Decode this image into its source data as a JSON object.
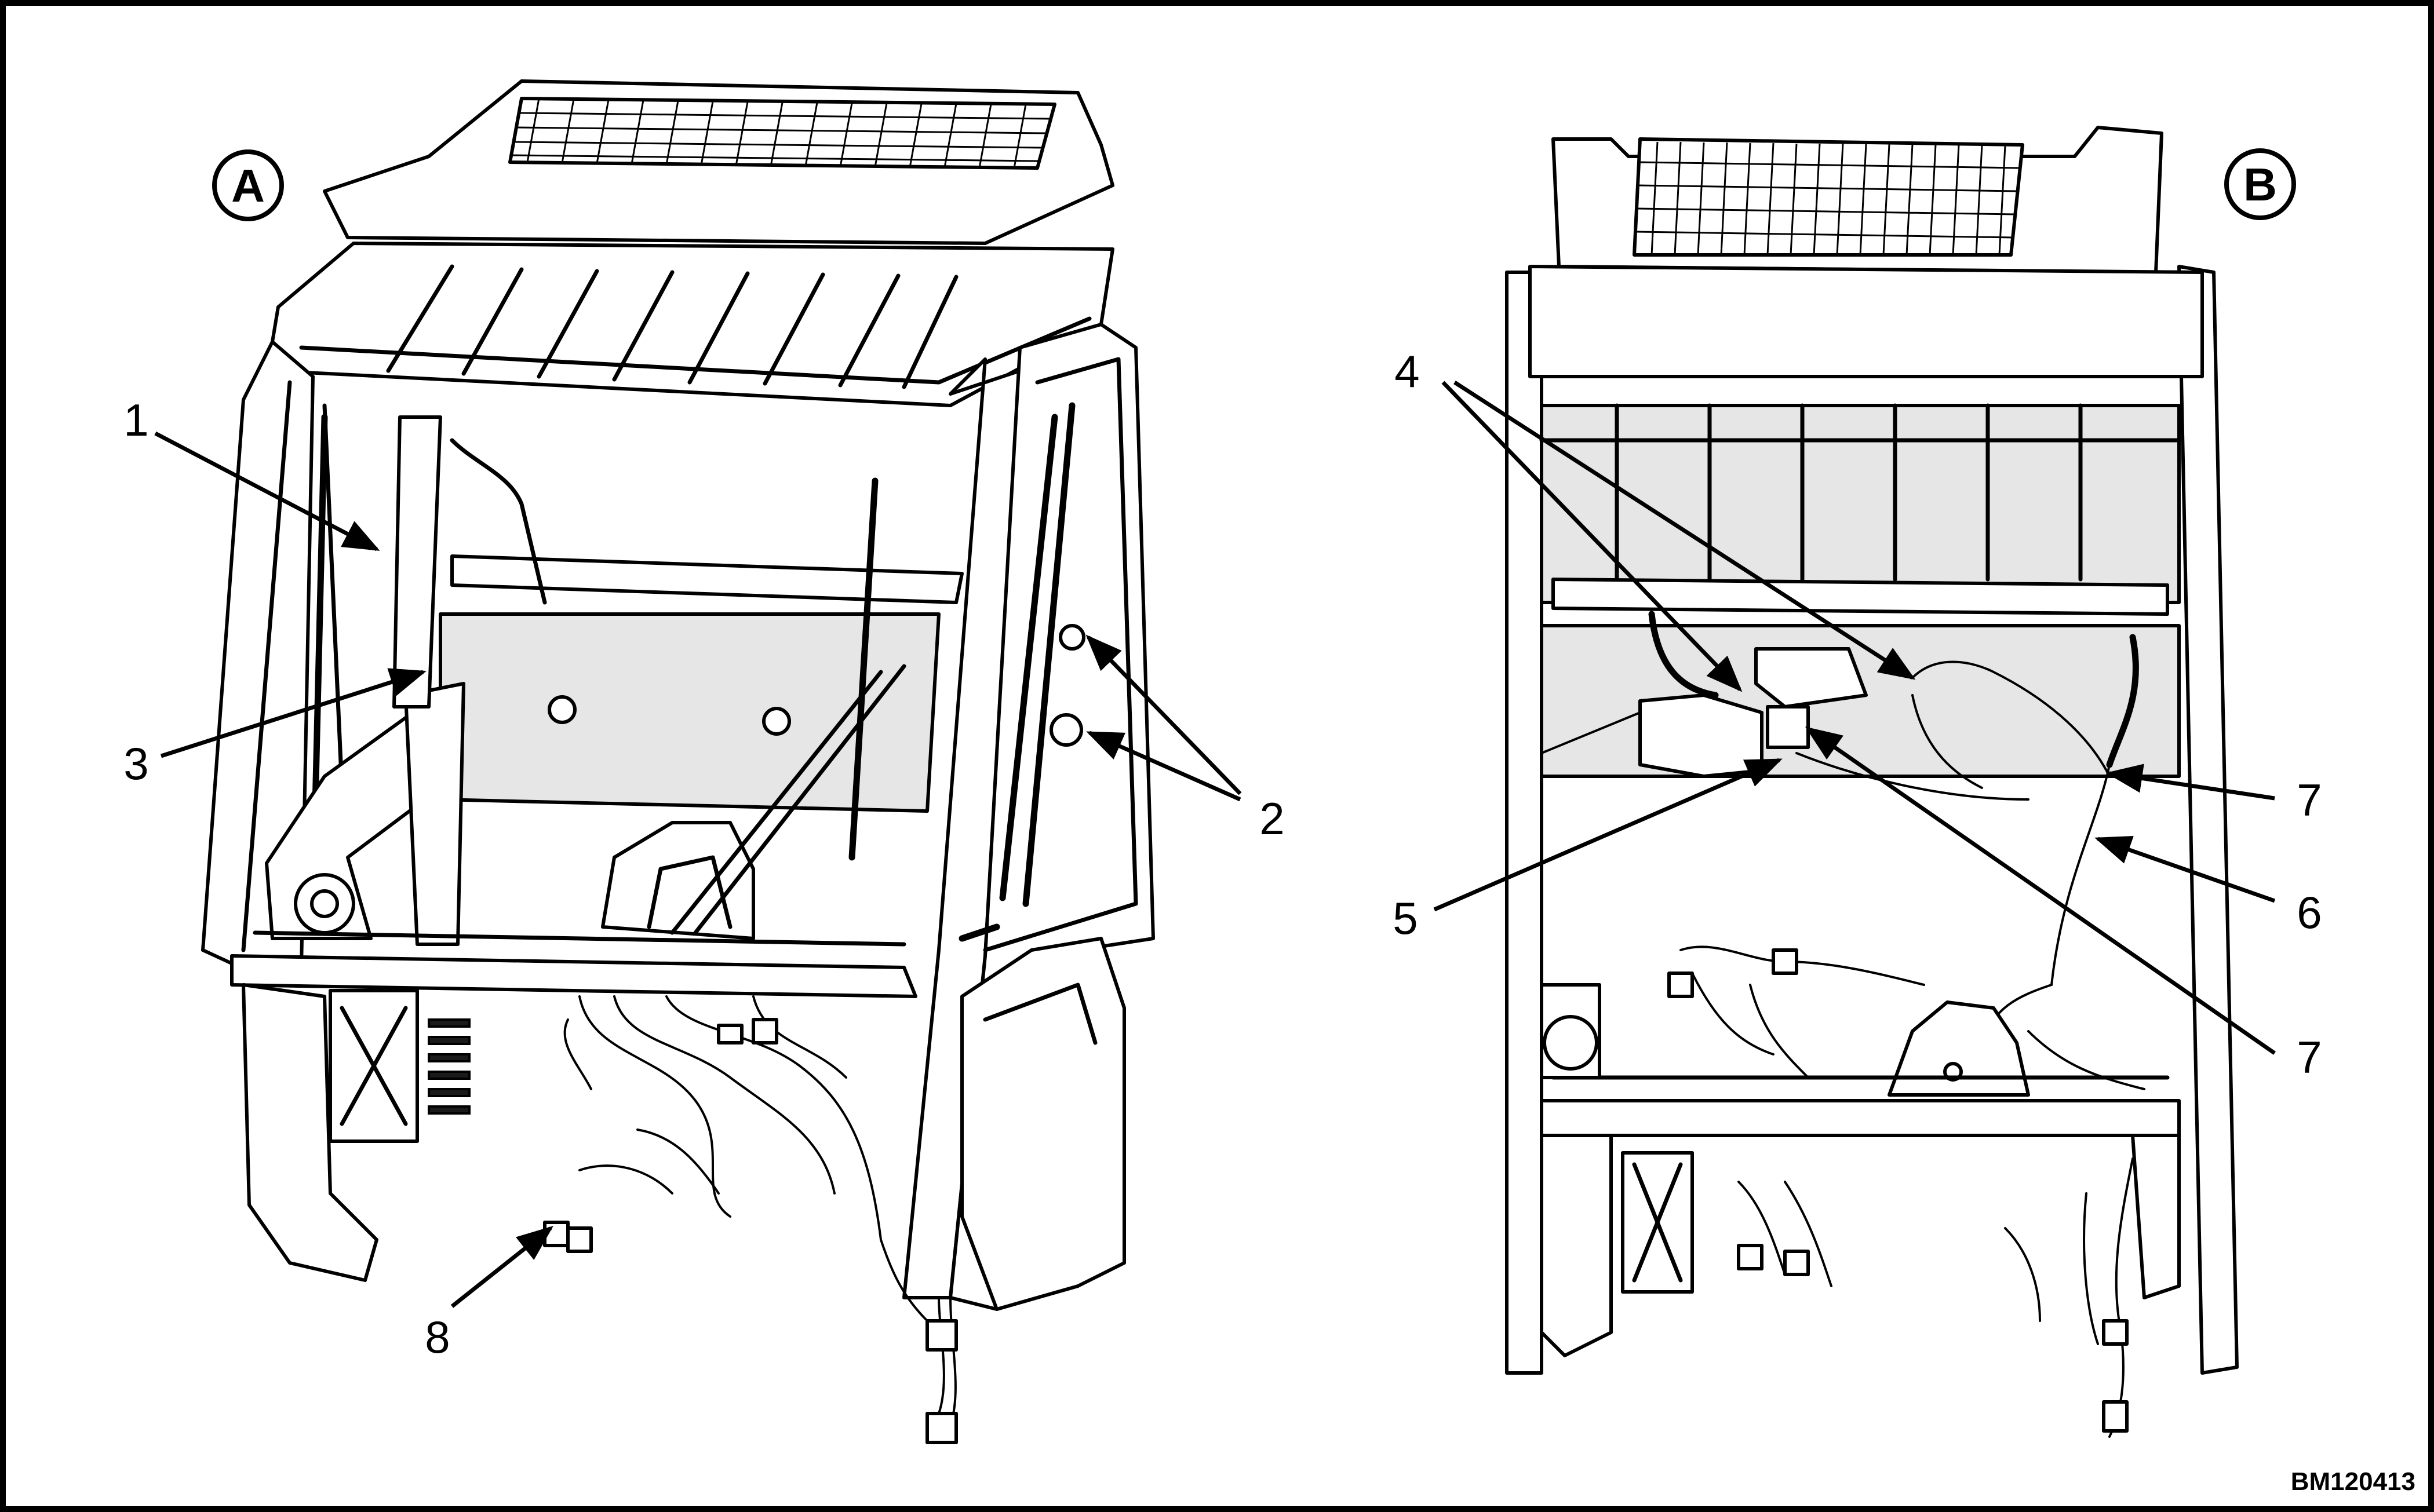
{
  "figure": {
    "view_a_label": "A",
    "view_b_label": "B",
    "figure_code": "BM120413",
    "callouts": [
      {
        "id": "c1",
        "text": "1"
      },
      {
        "id": "c2",
        "text": "2"
      },
      {
        "id": "c3",
        "text": "3"
      },
      {
        "id": "c4",
        "text": "4"
      },
      {
        "id": "c5",
        "text": "5"
      },
      {
        "id": "c6",
        "text": "6"
      },
      {
        "id": "c7a",
        "text": "7"
      },
      {
        "id": "c7b",
        "text": "7"
      },
      {
        "id": "c8",
        "text": "8"
      }
    ]
  }
}
